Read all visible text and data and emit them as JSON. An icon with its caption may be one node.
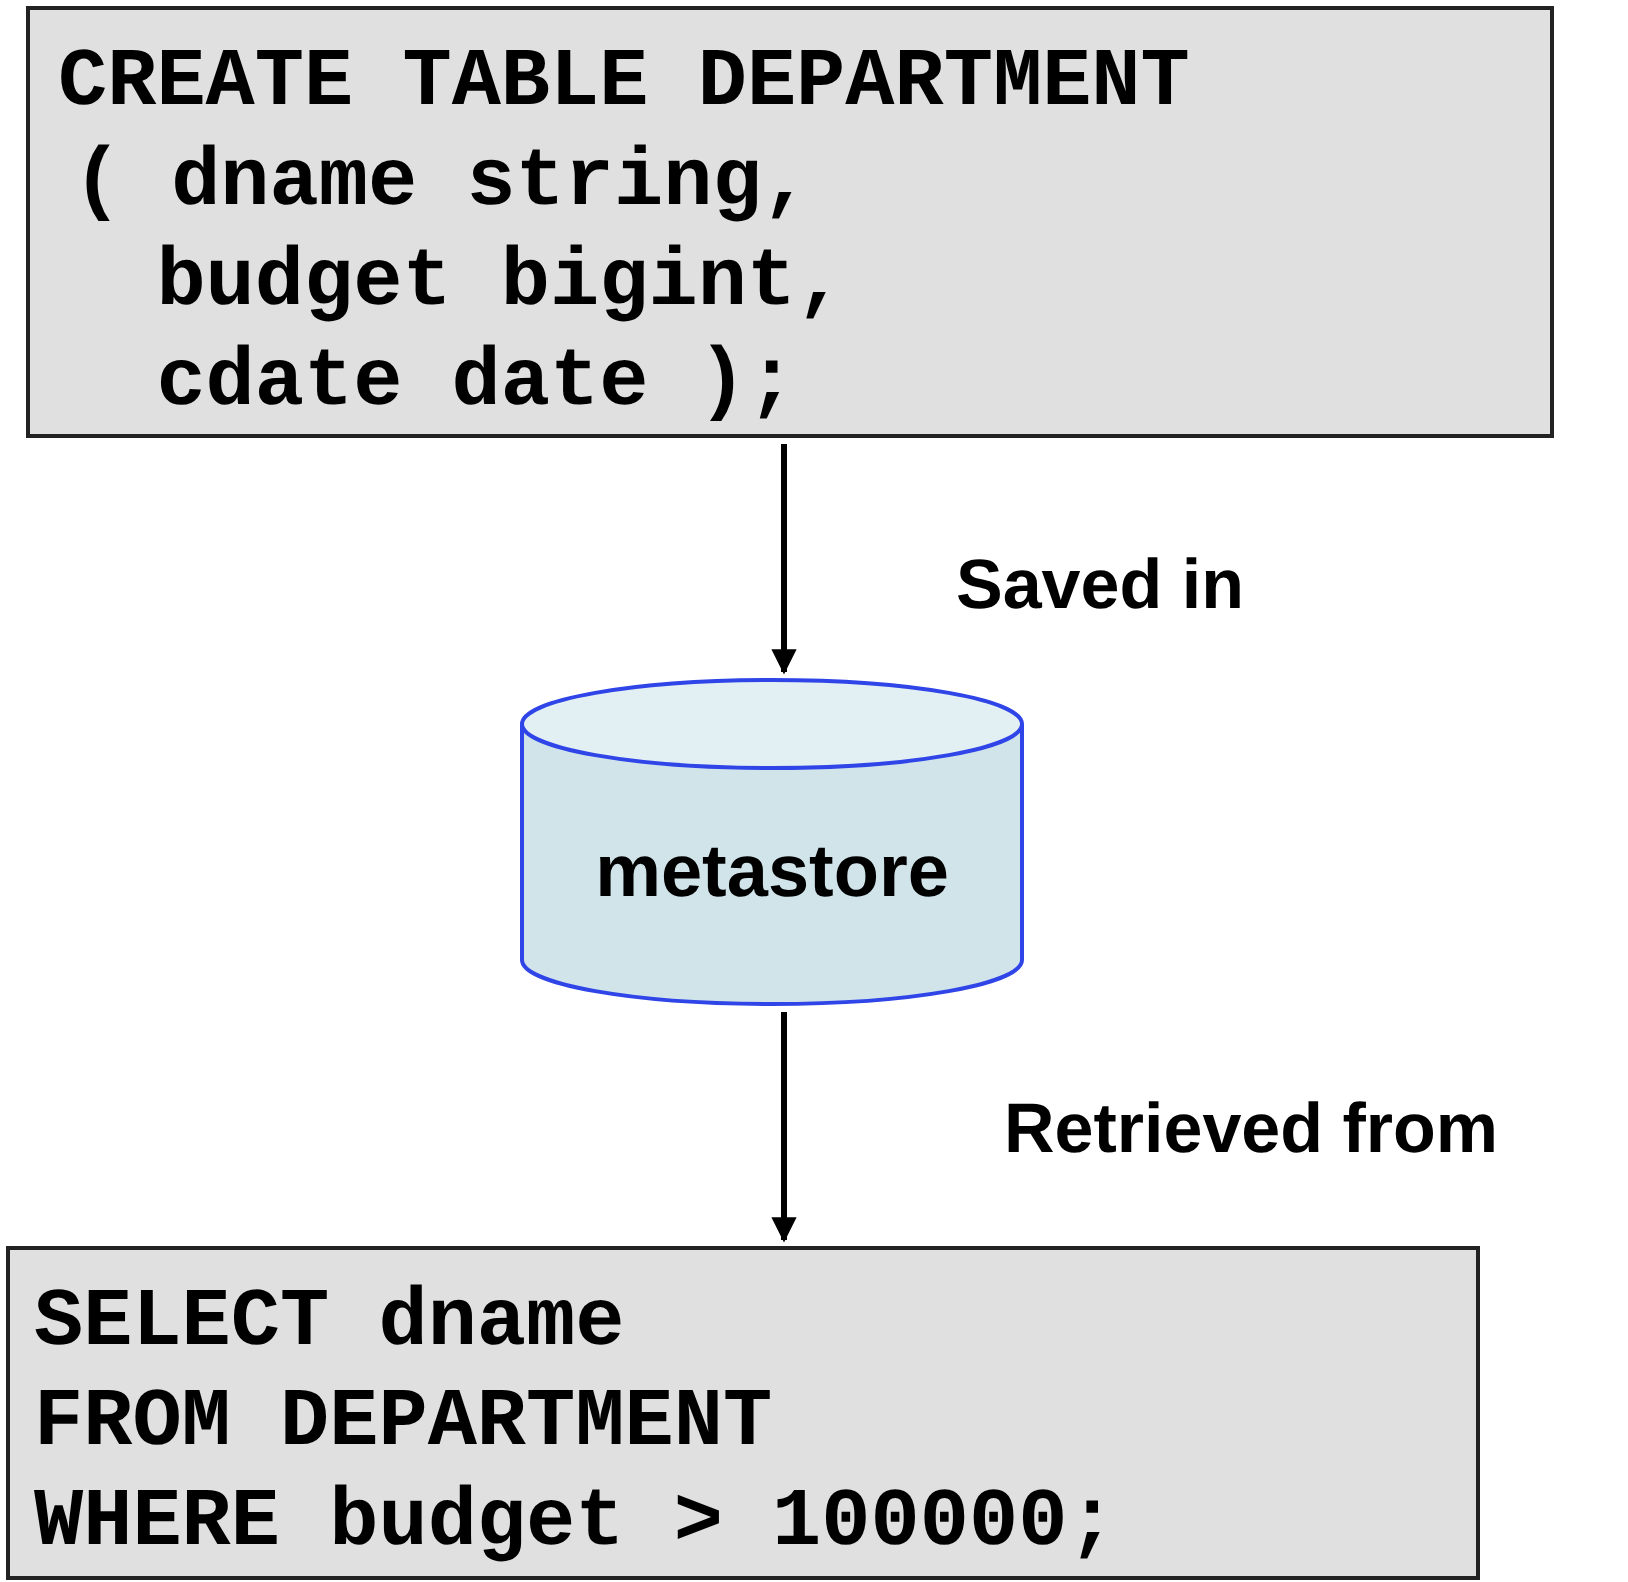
{
  "diagram": {
    "nodes": [
      {
        "text": [
          "CREATE TABLE DEPARTMENT",
          "( dname string,",
          "budget bigint,",
          "cdate date );"
        ]
      },
      {
        "text": [
          "metastore"
        ]
      },
      {
        "text": [
          "SELECT dname",
          "FROM DEPARTMENT",
          "WHERE budget > 100000;"
        ]
      }
    ],
    "edges": [
      {
        "from": 0,
        "to": 1,
        "arrow": "to",
        "label": "Saved in"
      },
      {
        "from": 1,
        "to": 2,
        "arrow": "to",
        "label": "Retrieved from"
      }
    ]
  }
}
